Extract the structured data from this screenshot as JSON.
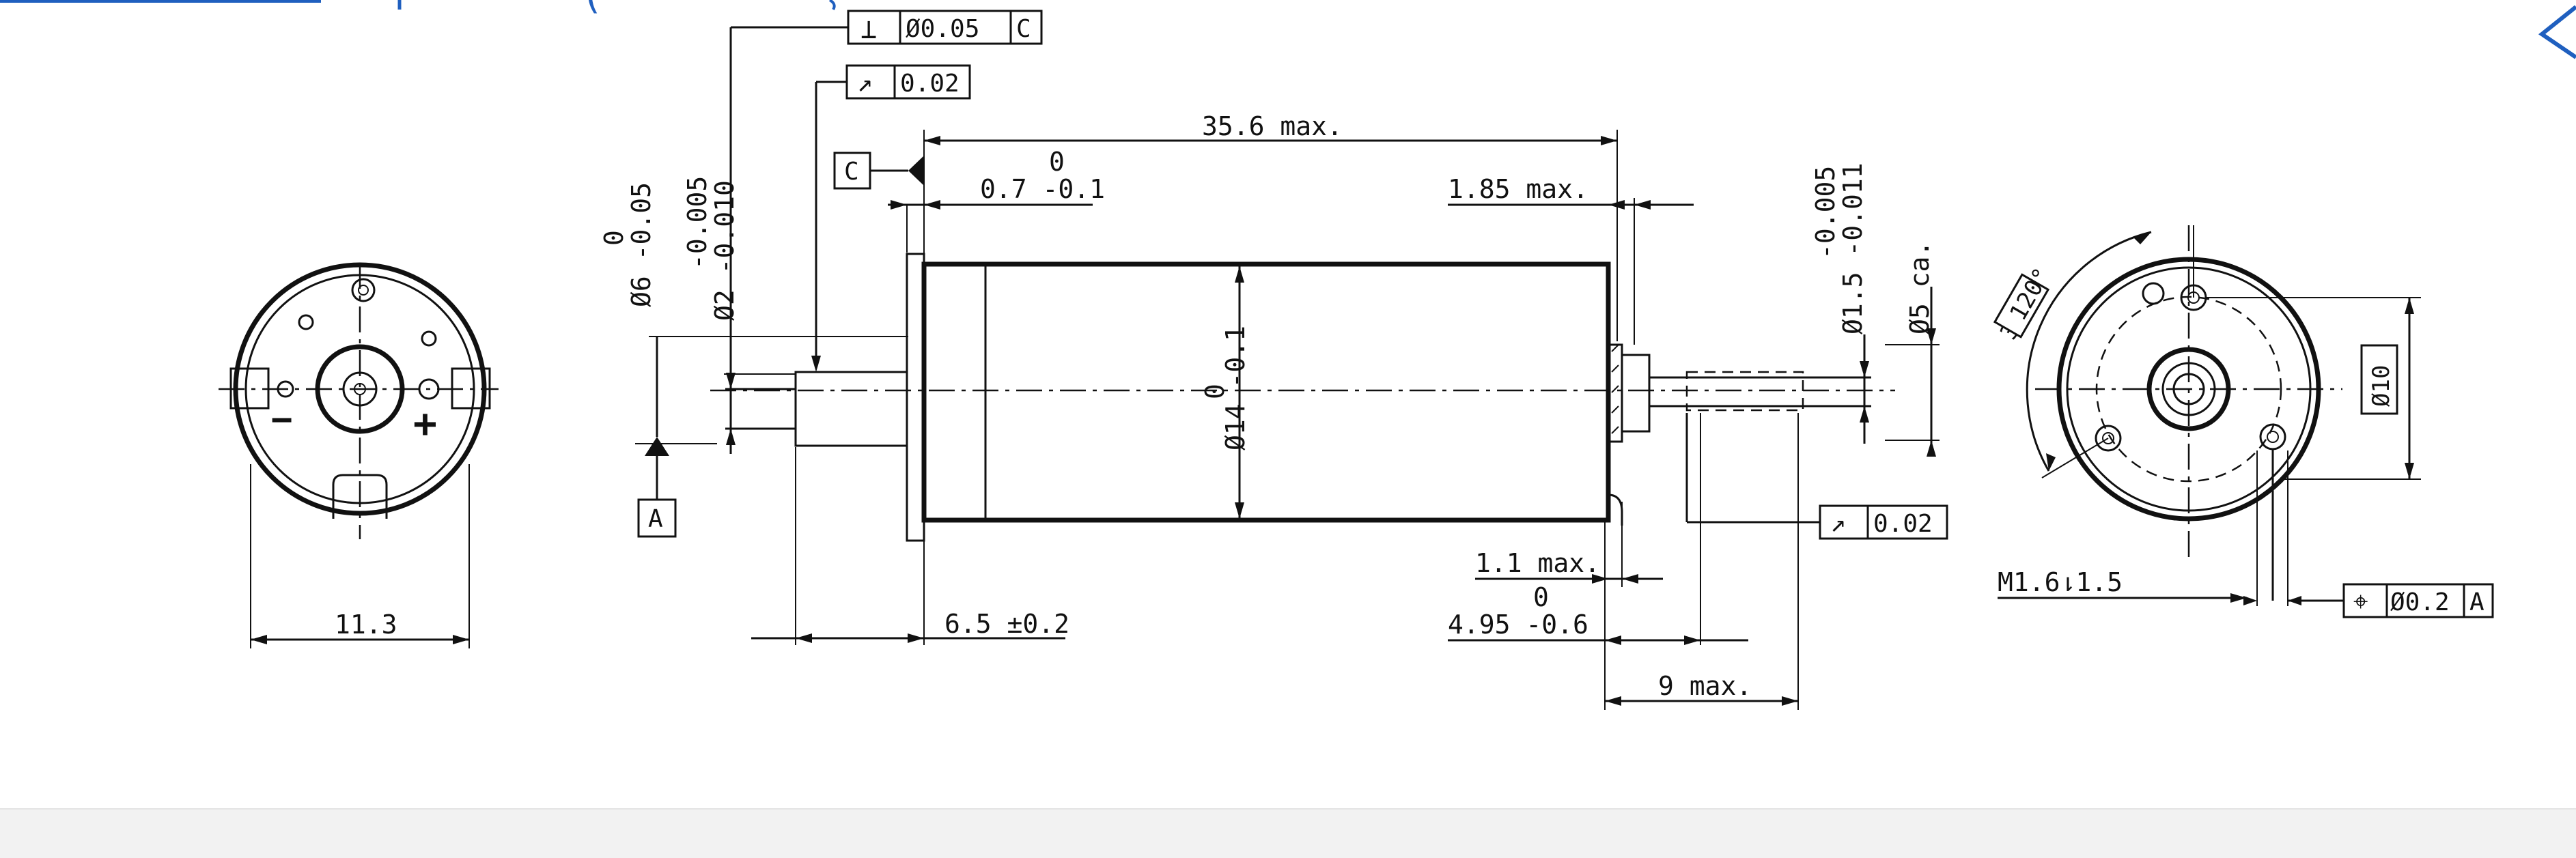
{
  "colors": {
    "heading_fragment": "#1f5fbf",
    "bar": "#f2f2f2"
  },
  "heading_fragment": {
    "text": "("
  },
  "icons": {
    "edge_chevron": "chevron-left-icon"
  },
  "tolerance_frames": {
    "perpendicularity": {
      "symbol": "⊥",
      "value": "Ø0.05",
      "datum": "C"
    },
    "runout_left": {
      "symbol": "↗",
      "value": "0.02"
    },
    "runout_right": {
      "symbol": "↗",
      "value": "0.02"
    },
    "position": {
      "symbol": "⌖",
      "value": "Ø0.2",
      "datum": "A"
    }
  },
  "datums": {
    "c": "C",
    "a": "A"
  },
  "dimensions": {
    "flange_width": "11.3",
    "length_max": "35.6 max.",
    "boss_zero": "0",
    "boss": "0.7 -0.1",
    "end_gap": "1.85 max.",
    "body_zero": "0",
    "body_dia": "Ø14 -0.1",
    "boss_dia_zero": "0",
    "boss_dia": "Ø6 -0.05",
    "shaft_upper": "-0.005",
    "shaft_dia": "Ø2 -0.010",
    "pilot_len": "6.5 ±0.2",
    "out_shaft_upper": "-0.005",
    "out_shaft_dia": "Ø1.5 -0.011",
    "out_dia": "Ø5 ca.",
    "end_max": "1.1 max.",
    "shaft_zero": "0",
    "shaft_len": "4.95 -0.6",
    "out_len": "9 max.",
    "bolt_circle": "Ø10",
    "angle_count": "3x",
    "angle": "120°",
    "thread": "M1.6⇂1.5"
  },
  "terminals": {
    "minus": "−",
    "plus": "+"
  }
}
